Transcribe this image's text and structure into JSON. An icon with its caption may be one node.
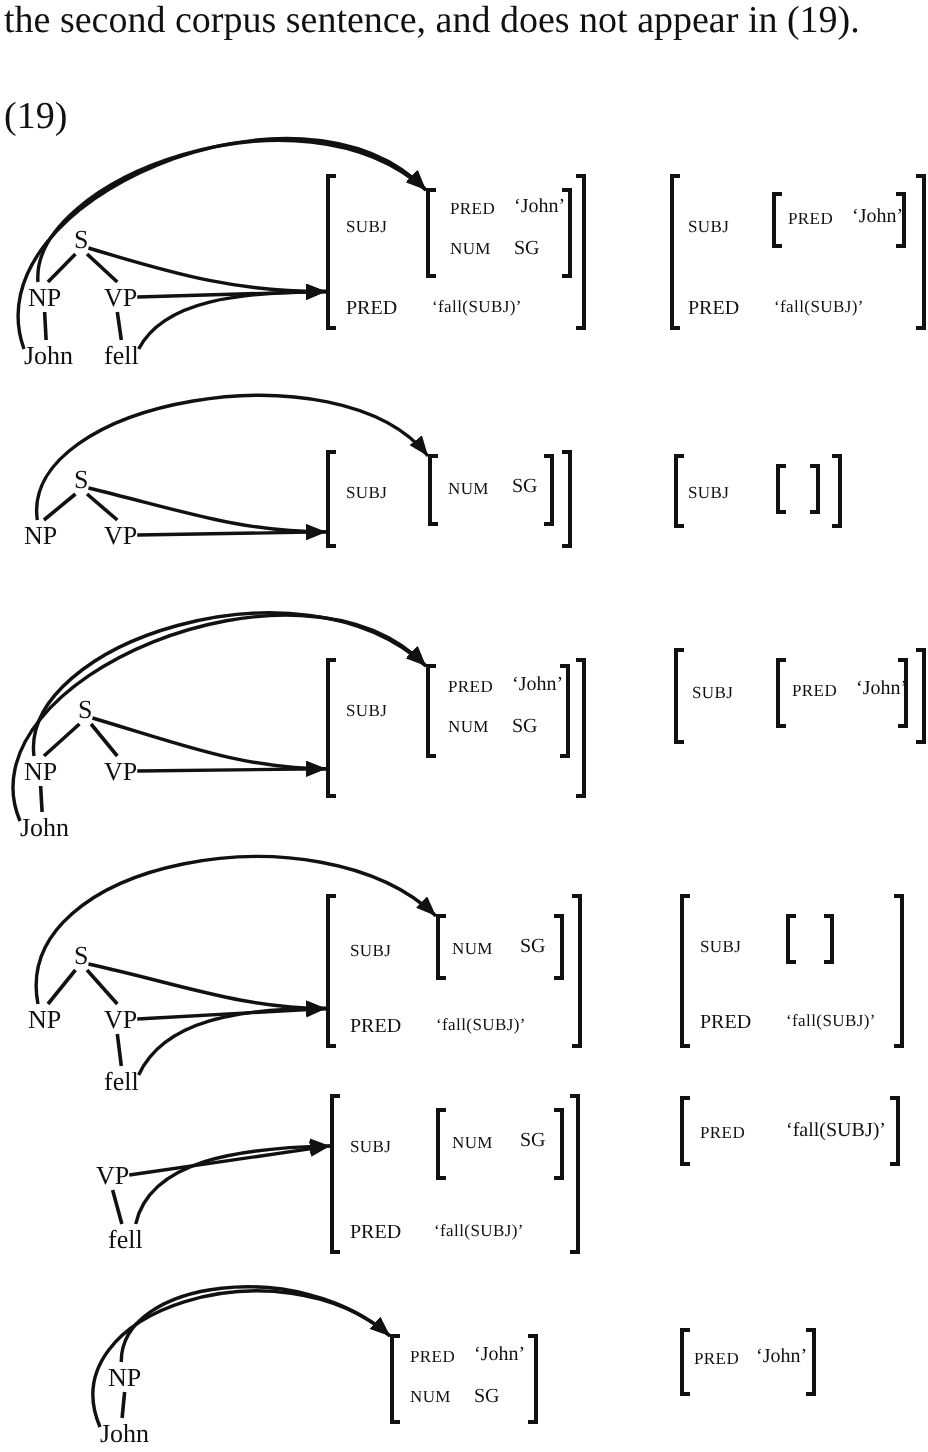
{
  "diagram": {
    "nodes": [
      {
        "text": [
          "S"
        ]
      },
      {
        "text": [
          "NP"
        ]
      },
      {
        "text": [
          "VP"
        ]
      },
      {
        "text": [
          "John"
        ]
      },
      {
        "text": [
          "fell"
        ]
      },
      {
        "text": [
          "SUBJ",
          "PRED",
          "‘fall(SUBJ)’"
        ]
      },
      {
        "text": [
          "PRED",
          "‘John’",
          "NUM",
          "SG"
        ],
        "in": 5
      },
      {
        "text": [
          "SUBJ",
          "PRED",
          "‘fall(SUBJ)’"
        ]
      },
      {
        "text": [
          "PRED",
          "‘John’"
        ],
        "in": 7
      },
      {
        "text": [
          "S"
        ]
      },
      {
        "text": [
          "NP"
        ]
      },
      {
        "text": [
          "VP"
        ]
      },
      {
        "text": [
          "SUBJ"
        ]
      },
      {
        "text": [
          "NUM",
          "SG"
        ],
        "in": 12
      },
      {
        "text": [
          "SUBJ"
        ]
      },
      {
        "text": [],
        "shape": "brackets",
        "in": 14
      },
      {
        "text": [
          "S"
        ]
      },
      {
        "text": [
          "NP"
        ]
      },
      {
        "text": [
          "VP"
        ]
      },
      {
        "text": [
          "John"
        ]
      },
      {
        "text": [
          "SUBJ"
        ]
      },
      {
        "text": [
          "PRED",
          "‘John’",
          "NUM",
          "SG"
        ],
        "in": 20
      },
      {
        "text": [
          "SUBJ"
        ]
      },
      {
        "text": [
          "PRED",
          "‘John’"
        ],
        "in": 22
      },
      {
        "text": [
          "S"
        ]
      },
      {
        "text": [
          "NP"
        ]
      },
      {
        "text": [
          "VP"
        ]
      },
      {
        "text": [
          "fell"
        ]
      },
      {
        "text": [
          "SUBJ",
          "PRED",
          "‘fall(SUBJ)’"
        ]
      },
      {
        "text": [
          "NUM",
          "SG"
        ],
        "in": 28
      },
      {
        "text": [
          "SUBJ",
          "PRED",
          "‘fall(SUBJ)’"
        ]
      },
      {
        "text": [],
        "shape": "brackets",
        "in": 30
      },
      {
        "text": [
          "VP"
        ]
      },
      {
        "text": [
          "fell"
        ]
      },
      {
        "text": [
          "SUBJ",
          "PRED",
          "‘fall(SUBJ)’"
        ]
      },
      {
        "text": [
          "NUM",
          "SG"
        ],
        "in": 34
      },
      {
        "text": [
          "PRED",
          "‘fall(SUBJ)’"
        ]
      },
      {
        "text": [
          "NP"
        ]
      },
      {
        "text": [
          "John"
        ]
      },
      {
        "text": [
          "PRED",
          "‘John’",
          "NUM",
          "SG"
        ]
      },
      {
        "text": [
          "PRED",
          "‘John’"
        ]
      }
    ],
    "edges": [
      {
        "from": 0,
        "to": 1,
        "arrow": "none"
      },
      {
        "from": 0,
        "to": 2,
        "arrow": "none"
      },
      {
        "from": 1,
        "to": 3,
        "arrow": "none"
      },
      {
        "from": 2,
        "to": 4,
        "arrow": "none"
      },
      {
        "from": 3,
        "to": 6,
        "arrow": "to"
      },
      {
        "from": 1,
        "to": 6,
        "arrow": "to"
      },
      {
        "from": 0,
        "to": 5,
        "arrow": "to"
      },
      {
        "from": 2,
        "to": 5,
        "arrow": "to"
      },
      {
        "from": 4,
        "to": 5,
        "arrow": "to"
      },
      {
        "from": 9,
        "to": 10,
        "arrow": "none"
      },
      {
        "from": 9,
        "to": 11,
        "arrow": "none"
      },
      {
        "from": 10,
        "to": 13,
        "arrow": "to"
      },
      {
        "from": 9,
        "to": 12,
        "arrow": "to"
      },
      {
        "from": 11,
        "to": 12,
        "arrow": "to"
      },
      {
        "from": 16,
        "to": 17,
        "arrow": "none"
      },
      {
        "from": 16,
        "to": 18,
        "arrow": "none"
      },
      {
        "from": 17,
        "to": 19,
        "arrow": "none"
      },
      {
        "from": 19,
        "to": 21,
        "arrow": "to"
      },
      {
        "from": 17,
        "to": 21,
        "arrow": "to"
      },
      {
        "from": 16,
        "to": 20,
        "arrow": "to"
      },
      {
        "from": 18,
        "to": 20,
        "arrow": "to"
      },
      {
        "from": 24,
        "to": 25,
        "arrow": "none"
      },
      {
        "from": 24,
        "to": 26,
        "arrow": "none"
      },
      {
        "from": 26,
        "to": 27,
        "arrow": "none"
      },
      {
        "from": 25,
        "to": 29,
        "arrow": "to"
      },
      {
        "from": 24,
        "to": 28,
        "arrow": "to"
      },
      {
        "from": 26,
        "to": 28,
        "arrow": "to"
      },
      {
        "from": 27,
        "to": 28,
        "arrow": "to"
      },
      {
        "from": 32,
        "to": 33,
        "arrow": "none"
      },
      {
        "from": 32,
        "to": 34,
        "arrow": "to"
      },
      {
        "from": 33,
        "to": 34,
        "arrow": "to"
      },
      {
        "from": 37,
        "to": 38,
        "arrow": "none"
      },
      {
        "from": 38,
        "to": 39,
        "arrow": "to"
      },
      {
        "from": 37,
        "to": 39,
        "arrow": "to"
      }
    ],
    "labels": [
      "the second corpus sentence, and does not appear in (19).",
      "(19)"
    ]
  }
}
